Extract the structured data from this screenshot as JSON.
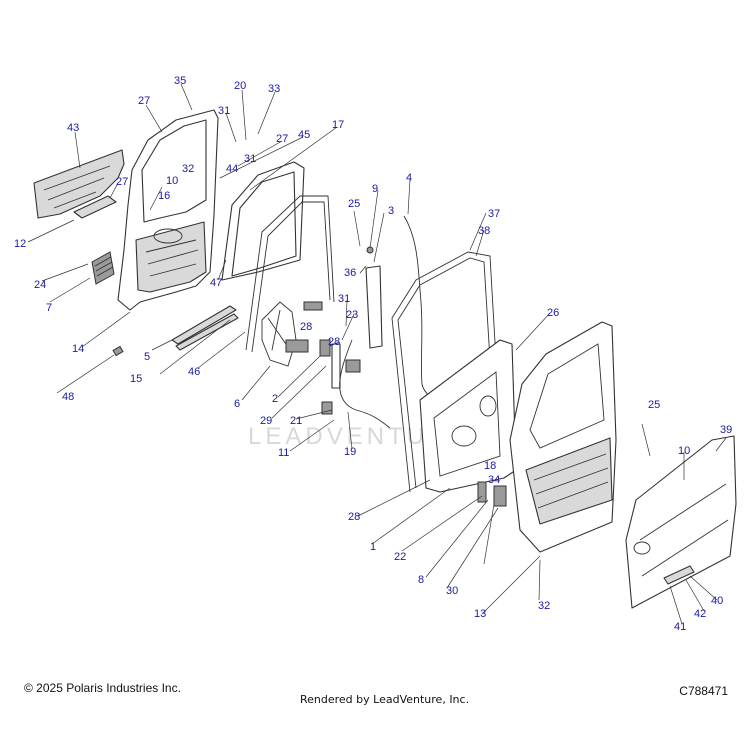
{
  "footer": {
    "copyright": "© 2025 Polaris Industries Inc.",
    "rendered_by": "Rendered by LeadVenture, Inc.",
    "diagram_code": "C788471"
  },
  "watermark": "LEADVENTURE",
  "callout_color": "#1a1aa6",
  "callouts": [
    "1",
    "2",
    "3",
    "4",
    "5",
    "6",
    "7",
    "8",
    "9",
    "10",
    "10",
    "11",
    "12",
    "13",
    "14",
    "15",
    "16",
    "17",
    "18",
    "19",
    "20",
    "21",
    "22",
    "23",
    "24",
    "25",
    "25",
    "26",
    "27",
    "27",
    "27",
    "28",
    "28",
    "28",
    "29",
    "30",
    "31",
    "31",
    "31",
    "32",
    "32",
    "33",
    "34",
    "35",
    "36",
    "37",
    "38",
    "39",
    "40",
    "41",
    "42",
    "43",
    "44",
    "45",
    "46",
    "47",
    "48"
  ]
}
